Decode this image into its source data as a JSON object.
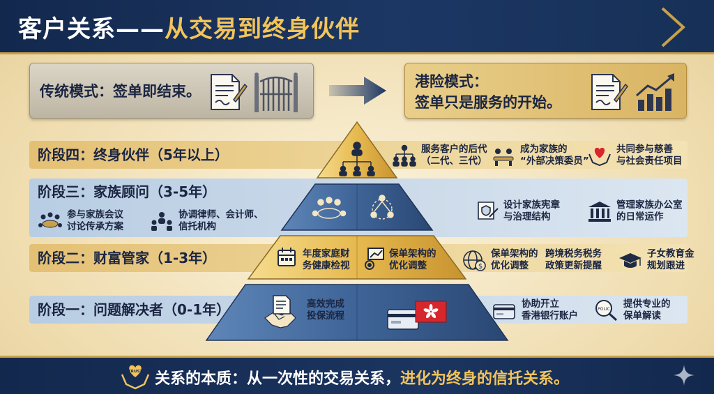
{
  "header": {
    "title_main": "客户关系——",
    "title_accent": "从交易到终身伙伴"
  },
  "comparison": {
    "traditional": "传统模式：签单即结束。",
    "hk_line1": "港险模式：",
    "hk_line2": "签单只是服务的开始。"
  },
  "stages": {
    "s4": {
      "label": "阶段四：终身伙伴（5年以上）",
      "items": [
        "服务客户的后代\n（二代、三代）",
        "成为家族的\n“外部决策委员”",
        "共同参与慈善\n与社会责任项目"
      ]
    },
    "s3": {
      "label": "阶段三：家族顾问（3-5年）",
      "items": [
        "参与家族会议\n讨论传承方案",
        "协调律师、会计师、\n信托机构",
        "设计家族宪章\n与治理结构",
        "管理家族办公室\n的日常运作"
      ]
    },
    "s2": {
      "label": "阶段二：财富管家（1-3年）",
      "items": [
        "年度家庭财\n务健康检视",
        "保单架构的\n优化调整",
        "保单架构的\n优化调整",
        "跨境税务税务\n政策更新提醒",
        "子女教育金\n规划跟进"
      ]
    },
    "s1": {
      "label": "阶段一：问题解决者（0-1年）",
      "items": [
        "高效完成\n投保流程",
        "协助开立\n香港银行账户",
        "提供专业的\n保单解读"
      ]
    }
  },
  "icon_labels": {
    "policy_badge": "POLIC"
  },
  "footer": {
    "badge": "TRUST",
    "text_main": "关系的本质：从一次性的交易关系，",
    "text_accent": "进化为终身的信托关系。"
  },
  "colors": {
    "navy": "#13284d",
    "gold": "#f3c45a",
    "band_gold": "#e4c074",
    "band_blue": "#b8cde3"
  }
}
